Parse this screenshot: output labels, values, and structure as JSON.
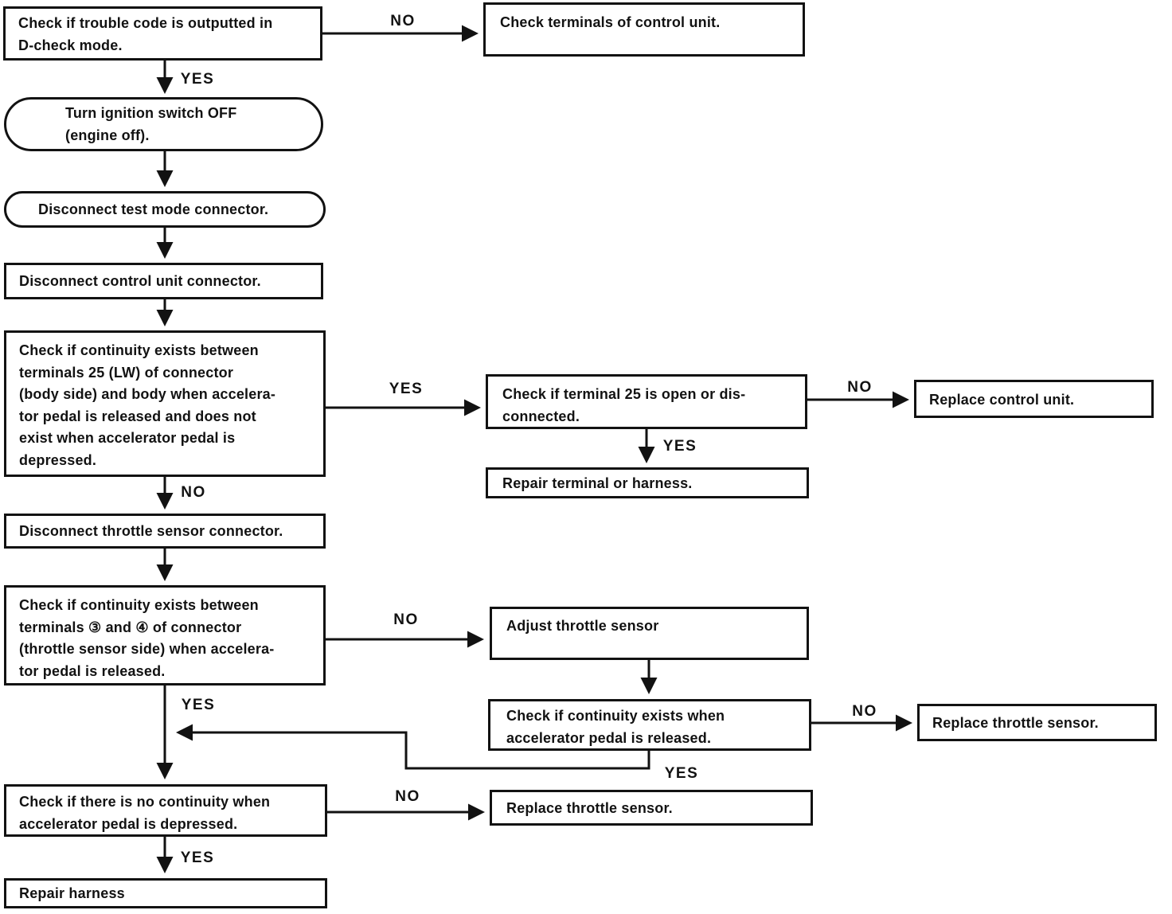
{
  "colors": {
    "ink": "#121212",
    "paper": "#ffffff"
  },
  "edge_labels": {
    "yes": "YES",
    "no": "NO"
  },
  "nodes": {
    "check_trouble_code": {
      "lines": [
        "Check if trouble code is outputted in",
        "D-check mode."
      ]
    },
    "check_terminals_control_unit": {
      "lines": [
        "Check terminals of control unit."
      ]
    },
    "turn_ignition_off": {
      "lines": [
        "Turn ignition switch OFF",
        "(engine off)."
      ]
    },
    "disconnect_test_mode": {
      "lines": [
        "Disconnect test mode connector."
      ]
    },
    "disconnect_control_unit": {
      "lines": [
        "Disconnect control unit connector."
      ]
    },
    "check_continuity_terminal25": {
      "lines": [
        "Check if continuity exists between",
        "terminals 25 (LW) of connector",
        "(body side) and body when accelera-",
        "tor pedal is released and does not",
        "exist when accelerator pedal is",
        "depressed."
      ]
    },
    "check_terminal25_open": {
      "lines": [
        "Check if terminal 25 is open or dis-",
        "connected."
      ]
    },
    "replace_control_unit": {
      "lines": [
        "Replace control unit."
      ]
    },
    "repair_terminal_harness": {
      "lines": [
        "Repair terminal or harness."
      ]
    },
    "disconnect_throttle_sensor": {
      "lines": [
        "Disconnect throttle sensor connector."
      ]
    },
    "check_continuity_terminals_3_4": {
      "lines": [
        "Check if continuity exists between",
        "terminals ③ and ④ of connector",
        "(throttle sensor side) when accelera-",
        "tor pedal is released."
      ]
    },
    "adjust_throttle_sensor": {
      "lines": [
        "Adjust throttle sensor"
      ]
    },
    "check_continuity_released": {
      "lines": [
        "Check if continuity exists when",
        "accelerator pedal is released."
      ]
    },
    "replace_throttle_sensor_1": {
      "lines": [
        "Replace throttle sensor."
      ]
    },
    "check_no_continuity_depressed": {
      "lines": [
        "Check if there is no continuity when",
        "accelerator pedal is depressed."
      ]
    },
    "replace_throttle_sensor_2": {
      "lines": [
        "Replace throttle sensor."
      ]
    },
    "repair_harness": {
      "lines": [
        "Repair harness"
      ]
    }
  }
}
